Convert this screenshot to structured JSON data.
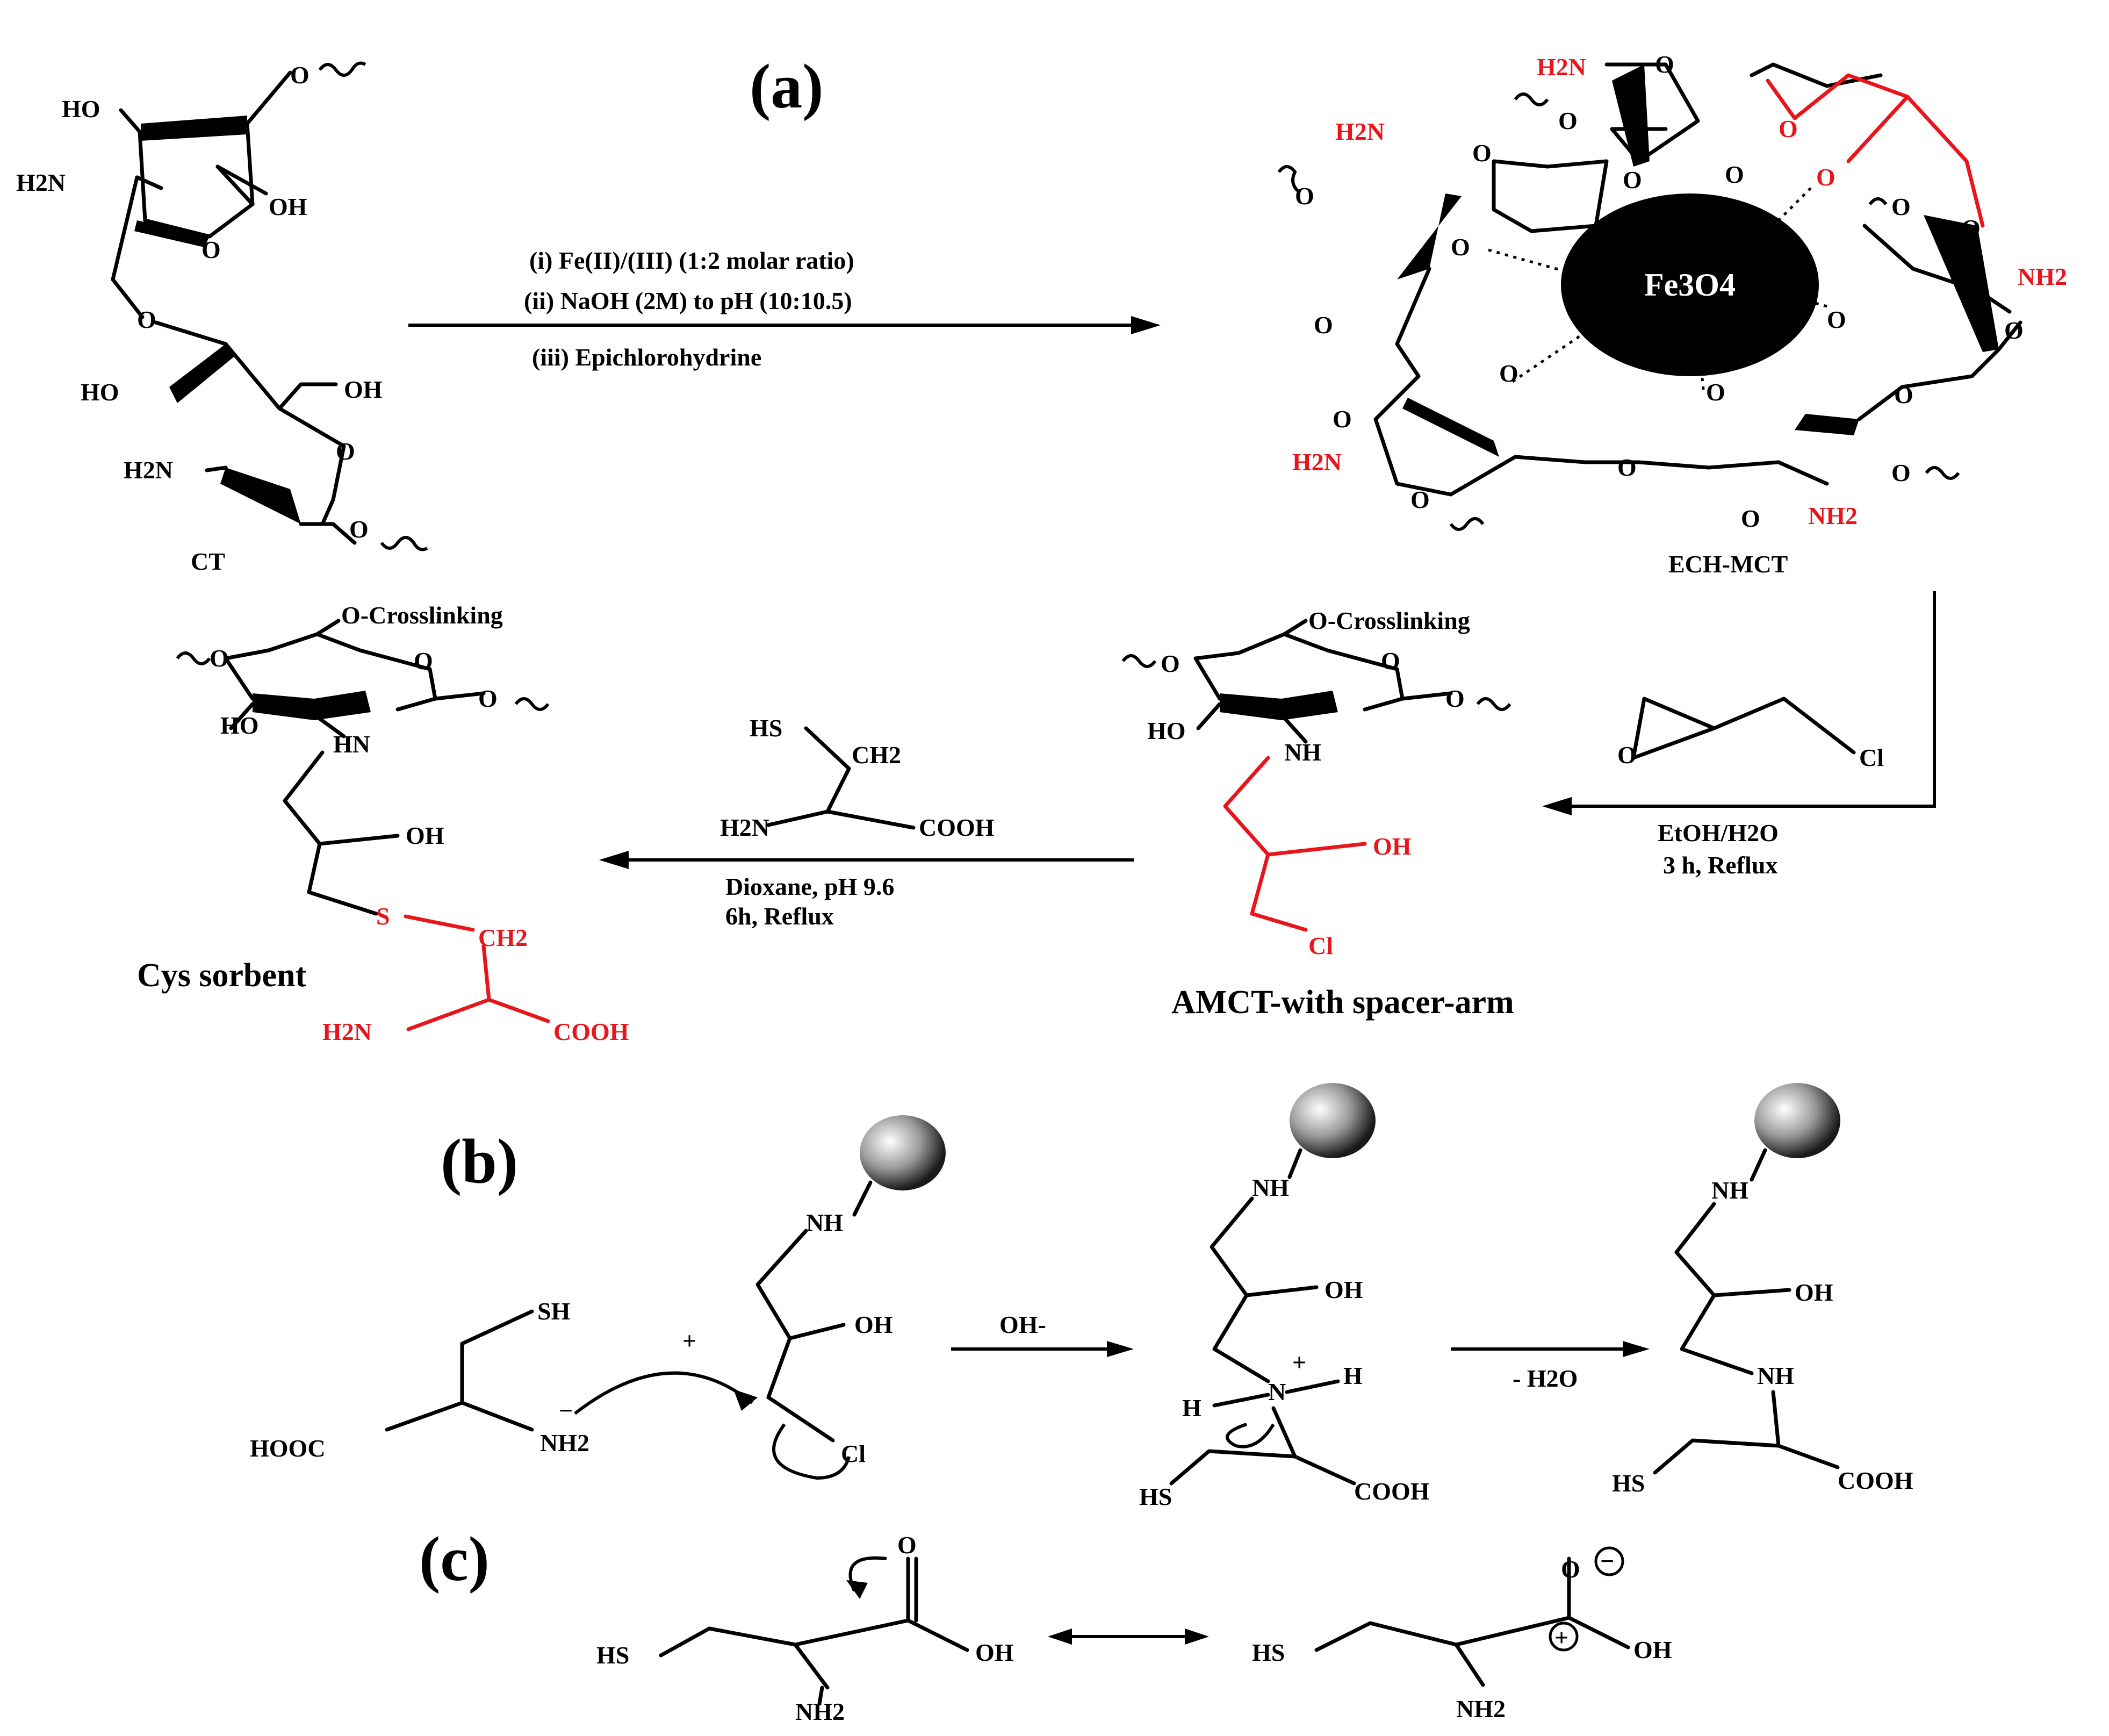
{
  "panels": {
    "a": "(a)",
    "b": "(b)",
    "c": "(c)"
  },
  "compounds": {
    "ct": "CT",
    "ech_mct": "ECH-MCT",
    "amct": "AMCT-with spacer-arm",
    "cys_sorbent": "Cys sorbent",
    "core": "Fe3O4"
  },
  "conditions": {
    "step1": [
      "(i) Fe(II)/(III) (1:2 molar ratio)",
      "(ii)  NaOH (2M) to pH (10:10.5)",
      "(iii) Epichlorohydrine"
    ],
    "step2": [
      "EtOH/H2O",
      "3 h, Reflux"
    ],
    "step3": [
      "Dioxane, pH 9.6",
      "6h, Reflux"
    ],
    "mech_base": "OH-",
    "mech_loss": "- H2O"
  },
  "atoms": {
    "ho": "HO",
    "oh": "OH",
    "h2n": "H2N",
    "nh2": "NH2",
    "nh": "NH",
    "hn": "HN",
    "o": "O",
    "s": "S",
    "sh": "SH",
    "hs": "HS",
    "cl": "Cl",
    "ch2": "CH2",
    "cooh": "COOH",
    "hooc": "HOOC",
    "h": "H",
    "n": "N",
    "plus": "+",
    "crosslink": "O-Crosslinking",
    "neg": "−",
    "pos": "+"
  },
  "colors": {
    "highlight": "#e8161c",
    "ink": "#000000"
  }
}
